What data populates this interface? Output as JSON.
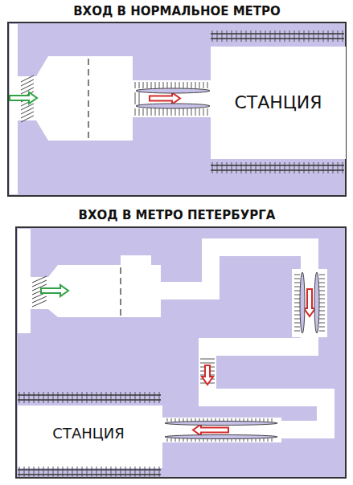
{
  "diagram": {
    "labels": [
      "ВХОД В НОРМАЛЬНОЕ МЕТРО",
      "СТАНЦИЯ",
      "ВХОД В МЕТРО ПЕТЕРБУРГА",
      "СТАНЦИЯ"
    ]
  }
}
